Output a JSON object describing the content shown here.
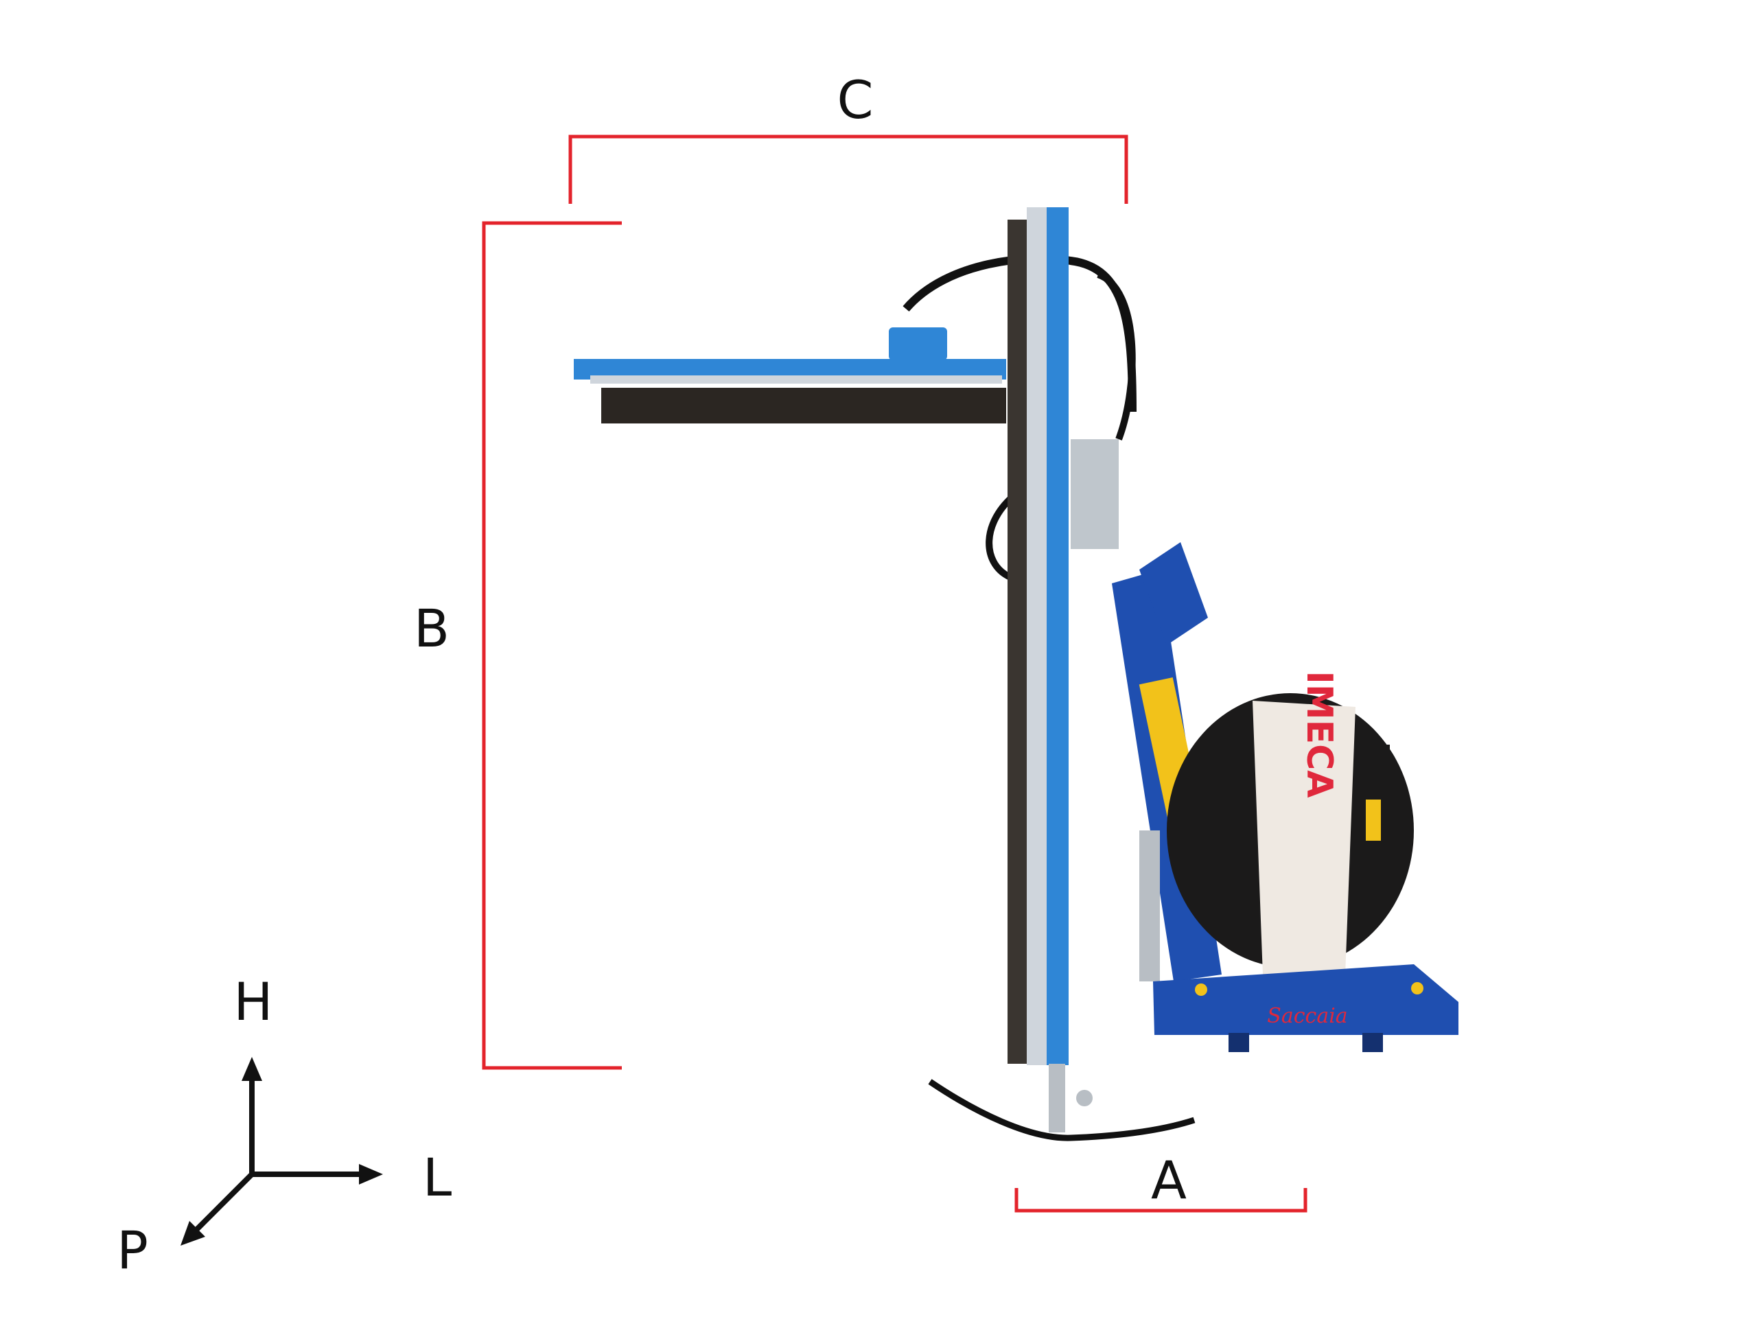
{
  "dimensions": {
    "A": "A",
    "B": "B",
    "C": "C"
  },
  "axes": {
    "H": "H",
    "L": "L",
    "P": "P"
  },
  "machine": {
    "brand_logo": "IMECA",
    "maker_logo": "Saccaia"
  },
  "colors": {
    "dimension_line": "#e3232b",
    "machine_blue": "#1f5fbf",
    "machine_light_blue": "#2f86d6",
    "cover": "#efe9e2",
    "logo_red": "#e0283c"
  }
}
